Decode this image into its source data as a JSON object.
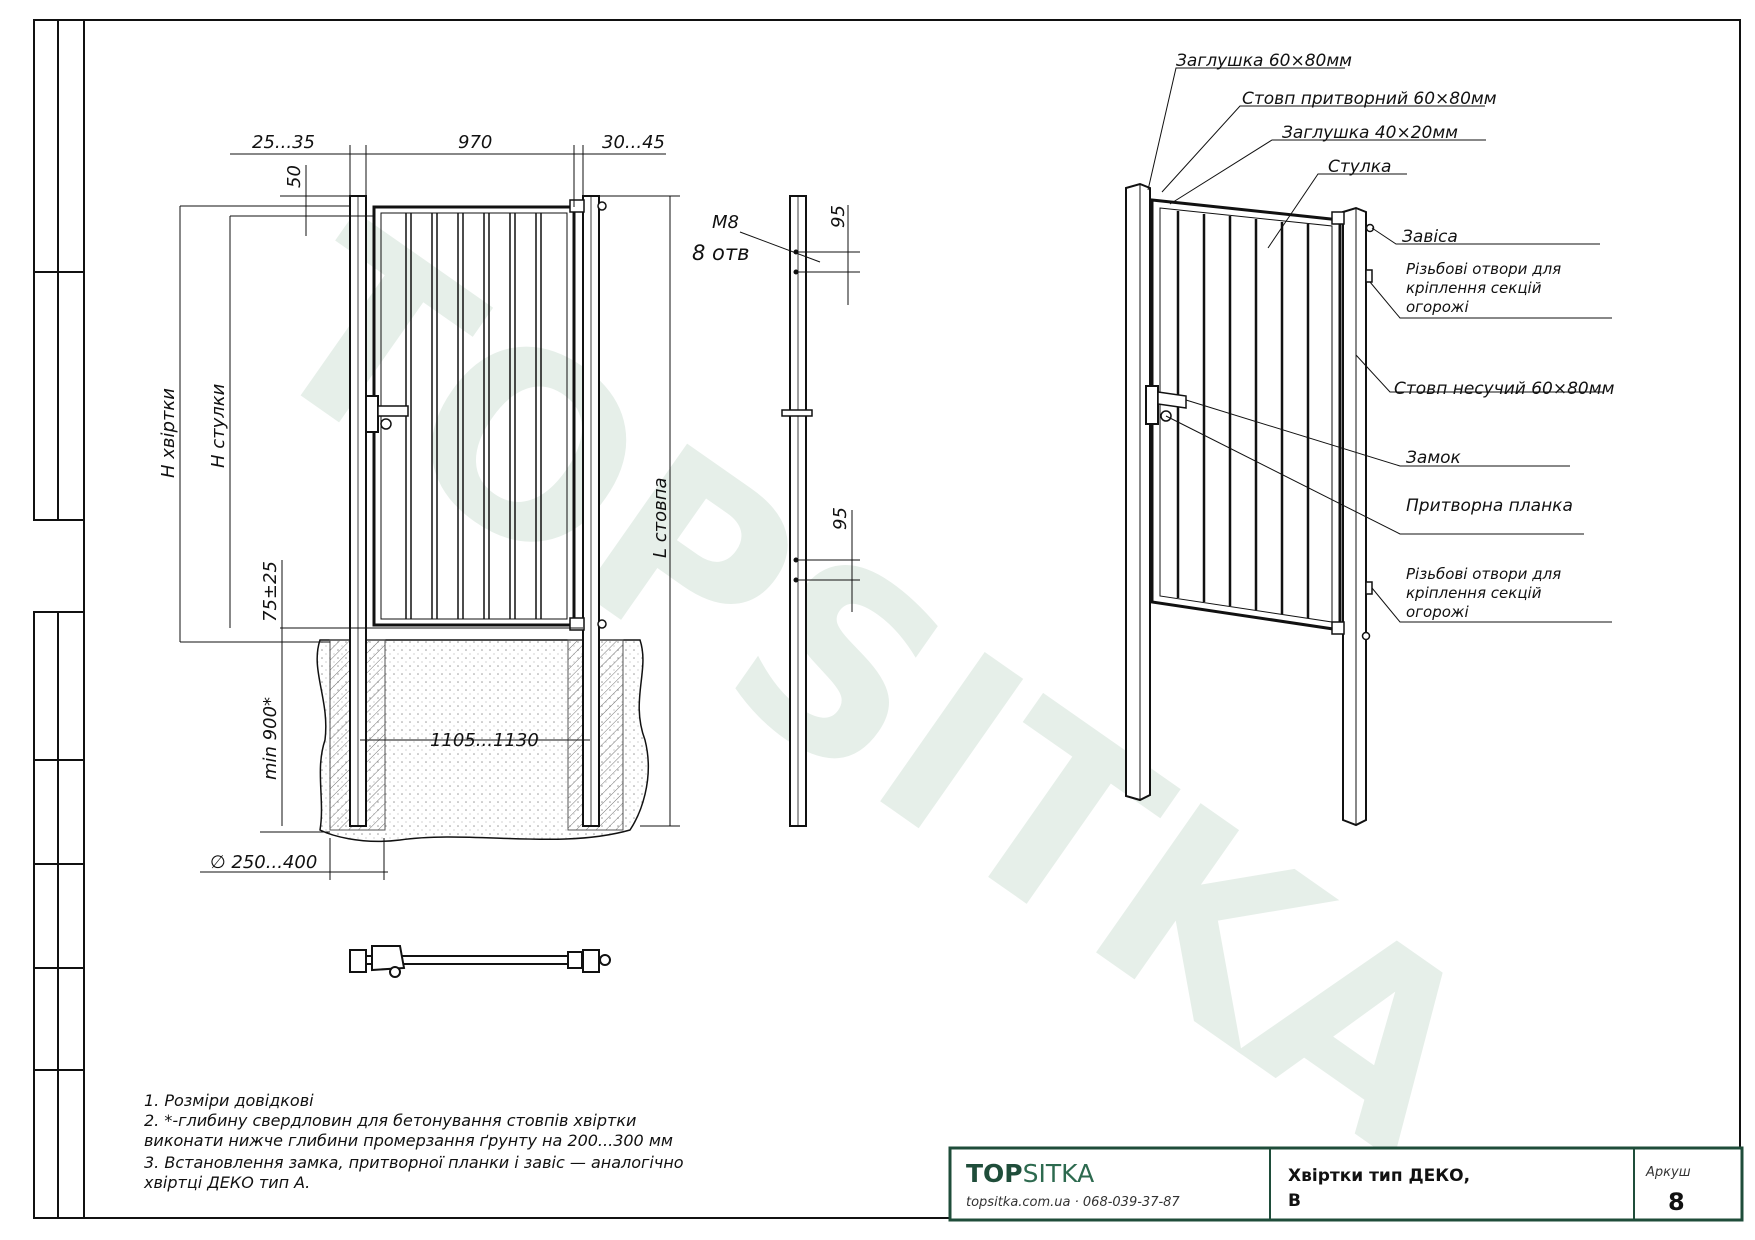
{
  "watermark": "TOPSITKA",
  "front_view": {
    "dims": {
      "left_gap": "25...35",
      "leaf_width": "970",
      "right_gap": "30...45",
      "top_offset": "50",
      "h_gate": "H хвіртки",
      "h_leaf": "H стулки",
      "l_post": "L стовпа",
      "bottom_gap": "75±25",
      "depth": "min  900*",
      "diameter": "∅ 250...400",
      "post_spacing": "1105...1130"
    }
  },
  "post_view": {
    "bolt": "M8",
    "holes": "8 отв",
    "spacing_top": "95",
    "spacing_bottom": "95"
  },
  "iso_view": {
    "callouts": [
      "Заглушка 60×80мм",
      "Стовп притворний 60×80мм",
      "Заглушка 40×20мм",
      "Стулка",
      "Завіса",
      "Різьбові отвори для",
      "кріплення секцій",
      "огорожі",
      "Стовп несучий 60×80мм",
      "Замок",
      "Притворна планка",
      "Різьбові отвори для",
      "кріплення секцій",
      "огорожі"
    ]
  },
  "notes": [
    "1. Розміри довідкові",
    "2. *-глибину свердловин для бетонування стовпів хвіртки",
    "виконати нижче глибини промерзання ґрунту на 200...300 мм",
    "3. Встановлення замка, притворної планки і завіс — аналогічно",
    "хвіртці ДЕКО тип А."
  ],
  "title_block": {
    "brand_part1": "TOP",
    "brand_part2": "SITKA",
    "contact": "topsitka.com.ua · 068-039-37-87",
    "title_line1": "Хвіртки тип ДЕКО,",
    "title_line2": "В",
    "sheet_label": "Аркуш",
    "sheet_number": "8"
  },
  "colors": {
    "brand": "#1f4d3a",
    "watermark": "#e6efe9",
    "line": "#111111",
    "hatch": "#8a8a8a"
  }
}
